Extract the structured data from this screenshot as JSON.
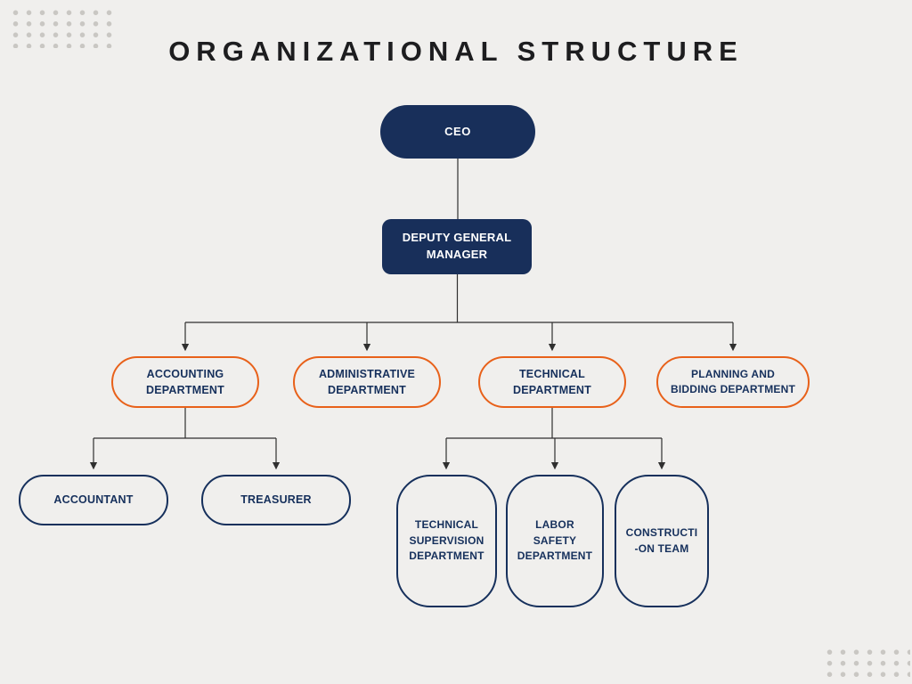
{
  "title": "ORGANIZATIONAL STRUCTURE",
  "colors": {
    "navy_fill": "#182f5a",
    "navy_text": "#16305c",
    "orange_border": "#e8611a",
    "background": "#f0efed",
    "line": "#2f2f2f"
  },
  "nodes": {
    "ceo": {
      "label": "CEO",
      "level": 1,
      "parent": null
    },
    "deputy": {
      "label": "DEPUTY GENERAL\nMANAGER",
      "level": 2,
      "parent": "ceo"
    },
    "accounting": {
      "label": "ACCOUNTING\nDEPARTMENT",
      "level": 3,
      "parent": "deputy"
    },
    "administrative": {
      "label": "ADMINISTRATIVE\nDEPARTMENT",
      "level": 3,
      "parent": "deputy"
    },
    "technical": {
      "label": "TECHNICAL\nDEPARTMENT",
      "level": 3,
      "parent": "deputy"
    },
    "planning": {
      "label": "PLANNING AND\nBIDDING DEPARTMENT",
      "level": 3,
      "parent": "deputy"
    },
    "accountant": {
      "label": "ACCOUNTANT",
      "level": 4,
      "parent": "accounting"
    },
    "treasurer": {
      "label": "TREASURER",
      "level": 4,
      "parent": "accounting"
    },
    "technical_supervision": {
      "label": "TECHNICAL\nSUPERVISION\nDEPARTMENT",
      "level": 4,
      "parent": "technical"
    },
    "labor_safety": {
      "label": "LABOR\nSAFETY\nDEPARTMENT",
      "level": 4,
      "parent": "technical"
    },
    "construction_team": {
      "label": "CONSTRUCTI\n-ON TEAM",
      "level": 4,
      "parent": "technical"
    }
  }
}
